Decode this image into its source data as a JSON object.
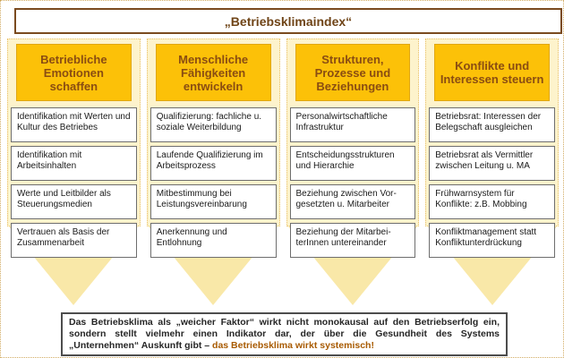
{
  "title": "„Betriebsklimaindex“",
  "columns": [
    {
      "header": "Betriebliche Emotionen schaffen",
      "items": [
        "Identifikation mit Werten und Kultur des Betriebes",
        "Identifikation mit Arbeitsinhalten",
        "Werte und Leitbilder als Steuerungsmedien",
        "Vertrauen als Basis der Zusammenarbeit"
      ]
    },
    {
      "header": "Menschliche Fähigkeiten entwickeln",
      "items": [
        "Qualifizierung: fachliche u. soziale Weiterbildung",
        "Laufende Qualifizierung im Arbeitsprozess",
        "Mitbestimmung bei Leistungsvereinbarung",
        "Anerkennung und Entlohnung"
      ]
    },
    {
      "header": "Strukturen, Prozesse und Beziehungen",
      "items": [
        "Personalwirtschaftliche Infrastruktur",
        "Entscheidungsstrukturen und Hierarchie",
        "Beziehung zwischen Vor-gesetzten u. Mitarbeiter",
        "Beziehung der Mitarbei-terInnen untereinander"
      ]
    },
    {
      "header": "Konflikte und Interessen steuern",
      "items": [
        "Betriebsrat: Interessen der Belegschaft ausgleichen",
        "Betriebsrat als Vermittler zwischen Leitung u. MA",
        "Frühwarnsystem für Konflikte: z.B. Mobbing",
        "Konfliktmanagement statt Konfliktunterdrückung"
      ]
    }
  ],
  "footer": {
    "text": "Das Betriebsklima als „weicher Faktor“ wirkt nicht monokausal auf den Betriebserfolg ein, sondern stellt vielmehr einen Indikator dar, der über die Gesundheit des Systems „Unternehmen“ Auskunft gibt – ",
    "highlight": "das Betriebsklima wirkt systemisch!"
  },
  "colors": {
    "header_gold": "#fcc108",
    "panel_background": "#fdf3cc",
    "triangle_yellow": "#f9e8a8",
    "title_brown": "#6f4417",
    "header_text_brown": "#8a4d12",
    "highlight_orange": "#a85a00"
  }
}
